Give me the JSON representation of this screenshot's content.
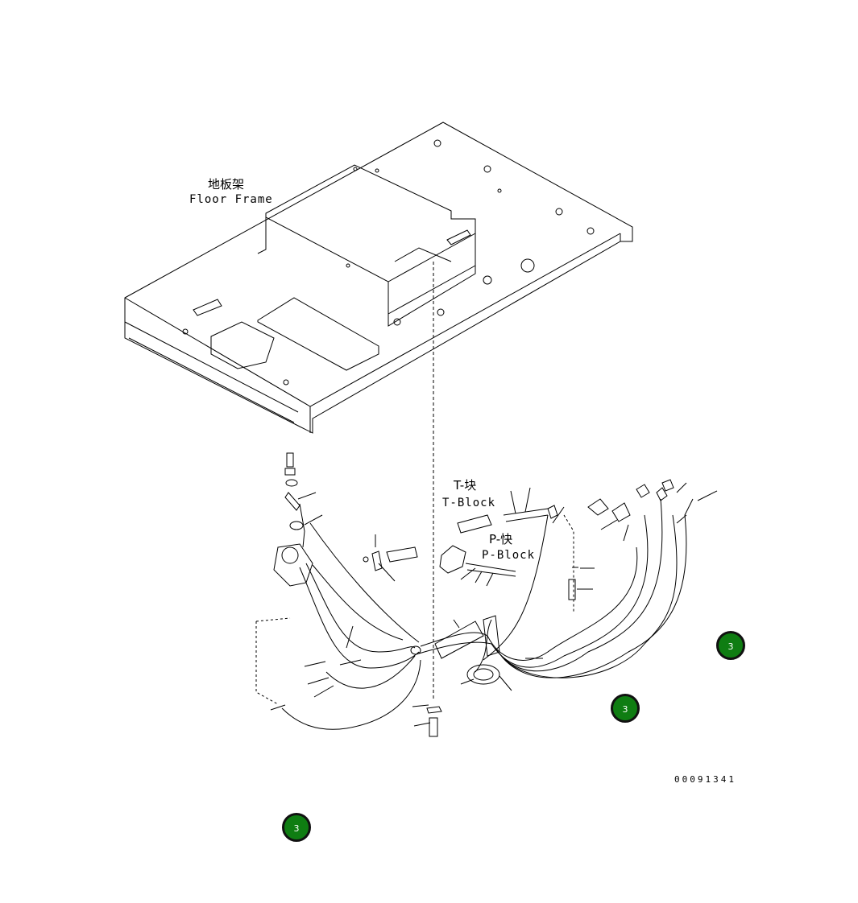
{
  "labels": {
    "floor_frame_cn": "地板架",
    "floor_frame_en": "Floor Frame",
    "t_block_cn": "T-块",
    "t_block_en": "T-Block",
    "p_block_cn": "P-快",
    "p_block_en": "P-Block",
    "drawing_number": "00091341"
  },
  "callouts": [
    {
      "number": "3"
    },
    {
      "number": "3"
    },
    {
      "number": "3"
    }
  ],
  "colors": {
    "callout_fill": "#0f7d12",
    "line": "#000000"
  }
}
